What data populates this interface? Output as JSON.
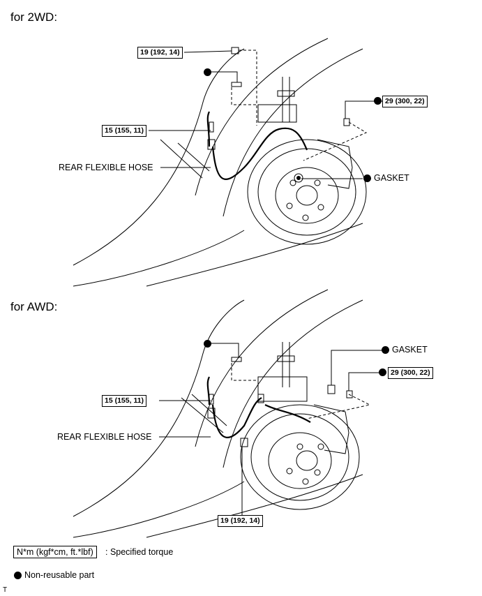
{
  "sections": [
    {
      "title": "for 2WD:",
      "torque_labels": [
        "19 (192, 14)",
        "15 (155, 11)",
        "29 (300, 22)"
      ],
      "hose_label": "REAR FLEXIBLE HOSE",
      "gasket_label": "GASKET"
    },
    {
      "title": "for AWD:",
      "torque_labels": [
        "15 (155, 11)",
        "29 (300, 22)",
        "19 (192, 14)"
      ],
      "hose_label": "REAR FLEXIBLE HOSE",
      "gasket_label": "GASKET"
    }
  ],
  "legend": {
    "torque_unit": "N*m (kgf*cm, ft.*lbf)",
    "torque_desc": ": Specified torque",
    "nonreusable_desc": "Non-reusable part"
  },
  "corner_mark": "T"
}
